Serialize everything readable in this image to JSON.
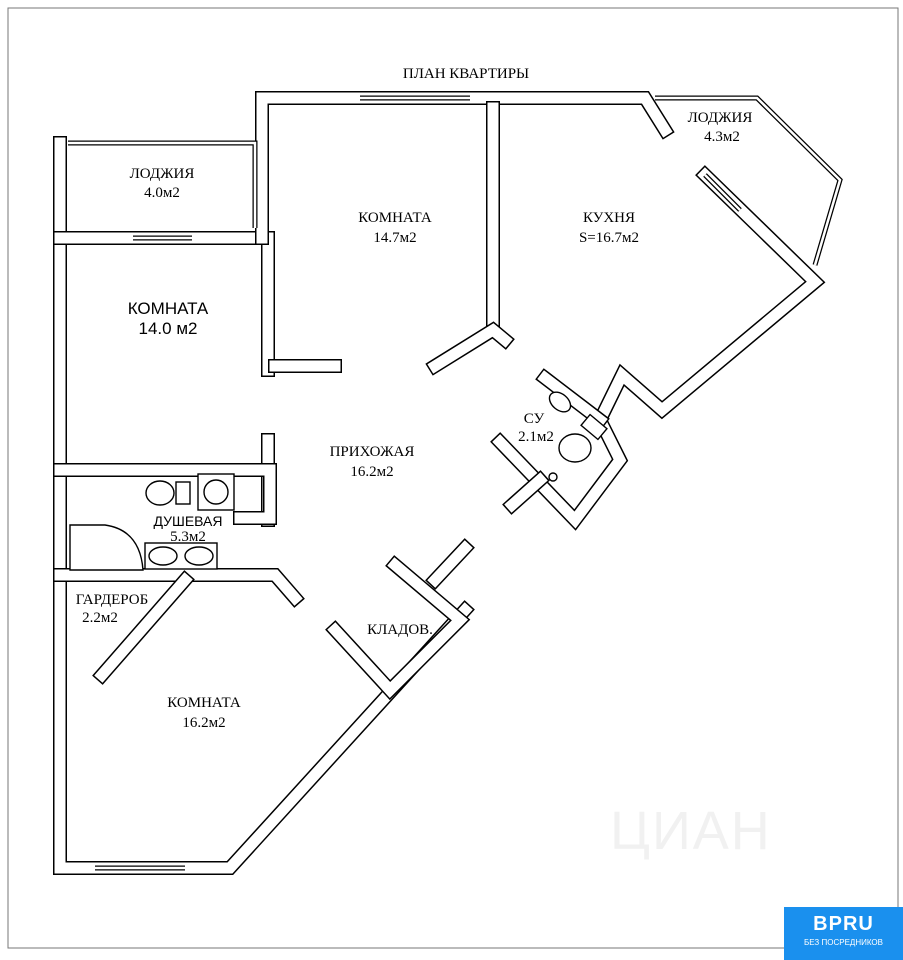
{
  "title": "ПЛАН КВАРТИРЫ",
  "rooms": [
    {
      "name": "ЛОДЖИЯ",
      "area": "4.0м2"
    },
    {
      "name": "КОМНАТА",
      "area": "14.7м2"
    },
    {
      "name": "КУХНЯ",
      "area": "S=16.7м2"
    },
    {
      "name": "ЛОДЖИЯ",
      "area": "4.3м2"
    },
    {
      "name": "КОМНАТА",
      "area": "14.0 м2"
    },
    {
      "name": "ПРИХОЖАЯ",
      "area": "16.2м2"
    },
    {
      "name": "СУ",
      "area": "2.1м2"
    },
    {
      "name": "ДУШЕВАЯ",
      "area": "5.3м2"
    },
    {
      "name": "ГАРДЕРОБ",
      "area": "2.2м2"
    },
    {
      "name": "КЛАДОВ.",
      "area": ""
    },
    {
      "name": "КОМНАТА",
      "area": "16.2м2"
    }
  ],
  "watermark": "ЦИАН",
  "badge": {
    "title": "BPRU",
    "subtitle": "БЕЗ ПОСРЕДНИКОВ",
    "color": "#1a90ee"
  }
}
